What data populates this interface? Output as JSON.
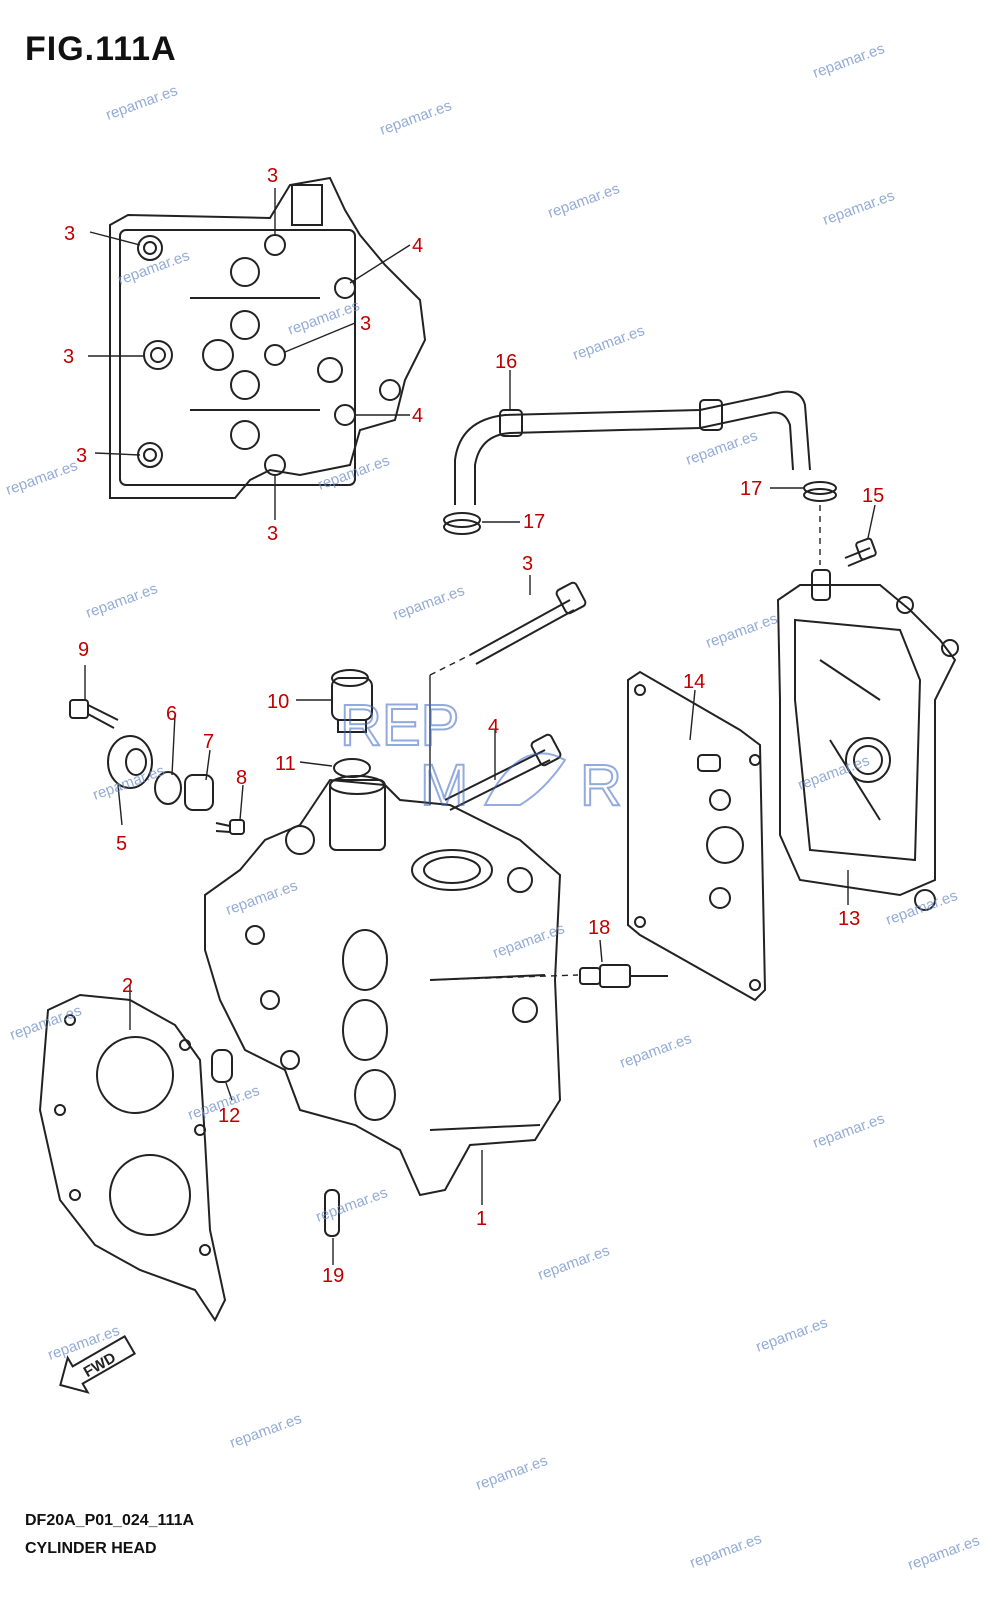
{
  "header": {
    "title": "FIG.111A"
  },
  "footer": {
    "code": "DF20A_P01_024_111A",
    "name": "CYLINDER HEAD"
  },
  "fwd_badge": "FWD",
  "watermark": "repamar.es",
  "logo_text": [
    "REP",
    "M",
    "R"
  ],
  "callouts": [
    "1",
    "2",
    "3",
    "4",
    "5",
    "6",
    "7",
    "8",
    "9",
    "10",
    "11",
    "12",
    "13",
    "14",
    "15",
    "16",
    "17",
    "18",
    "19"
  ],
  "colors": {
    "callout": "#c00000",
    "watermark": "#6f8fc8",
    "line": "#222222"
  }
}
